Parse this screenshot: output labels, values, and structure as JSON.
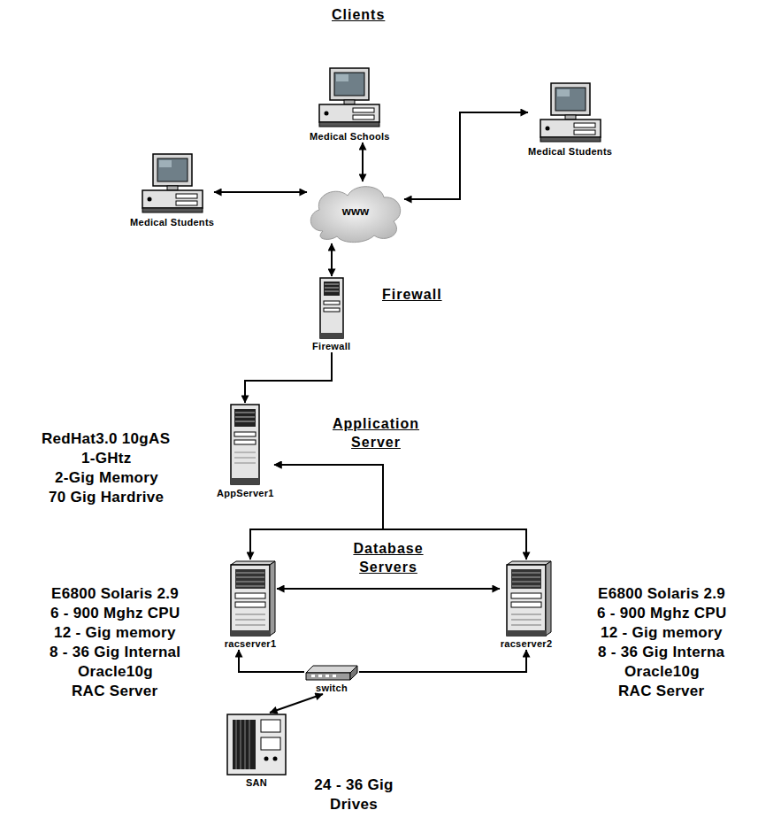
{
  "diagram": {
    "nodes": [
      {
        "text": [
          "Medical Students"
        ]
      },
      {
        "text": [
          "Medical Schools"
        ]
      },
      {
        "text": [
          "Medical Students"
        ]
      },
      {
        "text": [
          "www"
        ]
      },
      {
        "text": [
          "Firewall"
        ]
      },
      {
        "text": [
          "AppServer1"
        ]
      },
      {
        "text": [
          "racserver1"
        ]
      },
      {
        "text": [
          "racserver2"
        ]
      },
      {
        "text": [
          "switch"
        ]
      },
      {
        "text": [
          "SAN"
        ]
      }
    ],
    "edges": [
      {
        "from": 0,
        "to": 3,
        "arrow": "both"
      },
      {
        "from": 1,
        "to": 3,
        "arrow": "both"
      },
      {
        "from": 2,
        "to": 3,
        "arrow": "both"
      },
      {
        "from": 3,
        "to": 4,
        "arrow": "both"
      },
      {
        "from": 4,
        "to": 5,
        "arrow": "to"
      },
      {
        "from": 5,
        "to": 6,
        "arrow": "both"
      },
      {
        "from": 5,
        "to": 7,
        "arrow": "both"
      },
      {
        "from": 6,
        "to": 7,
        "arrow": "both"
      },
      {
        "from": 8,
        "to": 6,
        "arrow": "to"
      },
      {
        "from": 8,
        "to": 7,
        "arrow": "to"
      },
      {
        "from": 8,
        "to": 9,
        "arrow": "both"
      }
    ],
    "labels": [
      "Clients",
      "Firewall",
      "Application Server",
      "Database Servers",
      "RedHat3.0 10gAS",
      "1-GHtz",
      "2-Gig Memory",
      "70 Gig Hardrive",
      "E6800 Solaris 2.9",
      "6 - 900 Mghz CPU",
      "12 - Gig memory",
      "8 - 36 Gig Internal",
      "Oracle10g",
      "RAC Server",
      "E6800 Solaris 2.9",
      "6 - 900 Mghz CPU",
      "12 - Gig memory",
      "8 - 36 Gig Interna",
      "Oracle10g",
      "RAC Server",
      "24 - 36 Gig Drives"
    ]
  }
}
